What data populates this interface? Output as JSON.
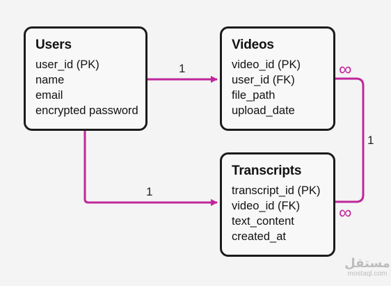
{
  "entities": {
    "users": {
      "title": "Users",
      "fields": [
        "user_id (PK)",
        "name",
        "email",
        "encrypted password"
      ]
    },
    "videos": {
      "title": "Videos",
      "fields": [
        "video_id (PK)",
        "user_id (FK)",
        "file_path",
        "upload_date"
      ]
    },
    "transcripts": {
      "title": "Transcripts",
      "fields": [
        "transcript_id (PK)",
        "video_id (FK)",
        "text_content",
        "created_at"
      ]
    }
  },
  "relations": {
    "users_videos": {
      "label": "1"
    },
    "users_transcripts": {
      "label": "1"
    },
    "videos_transcripts": {
      "label": "1",
      "end_videos": "∞",
      "end_transcripts": "∞"
    }
  },
  "colors": {
    "connector": "#c0269a",
    "border": "#1b1b1b",
    "background": "#f4f4f4"
  },
  "watermark": {
    "text_ar": "مستقل",
    "url": "mostaql.com"
  }
}
